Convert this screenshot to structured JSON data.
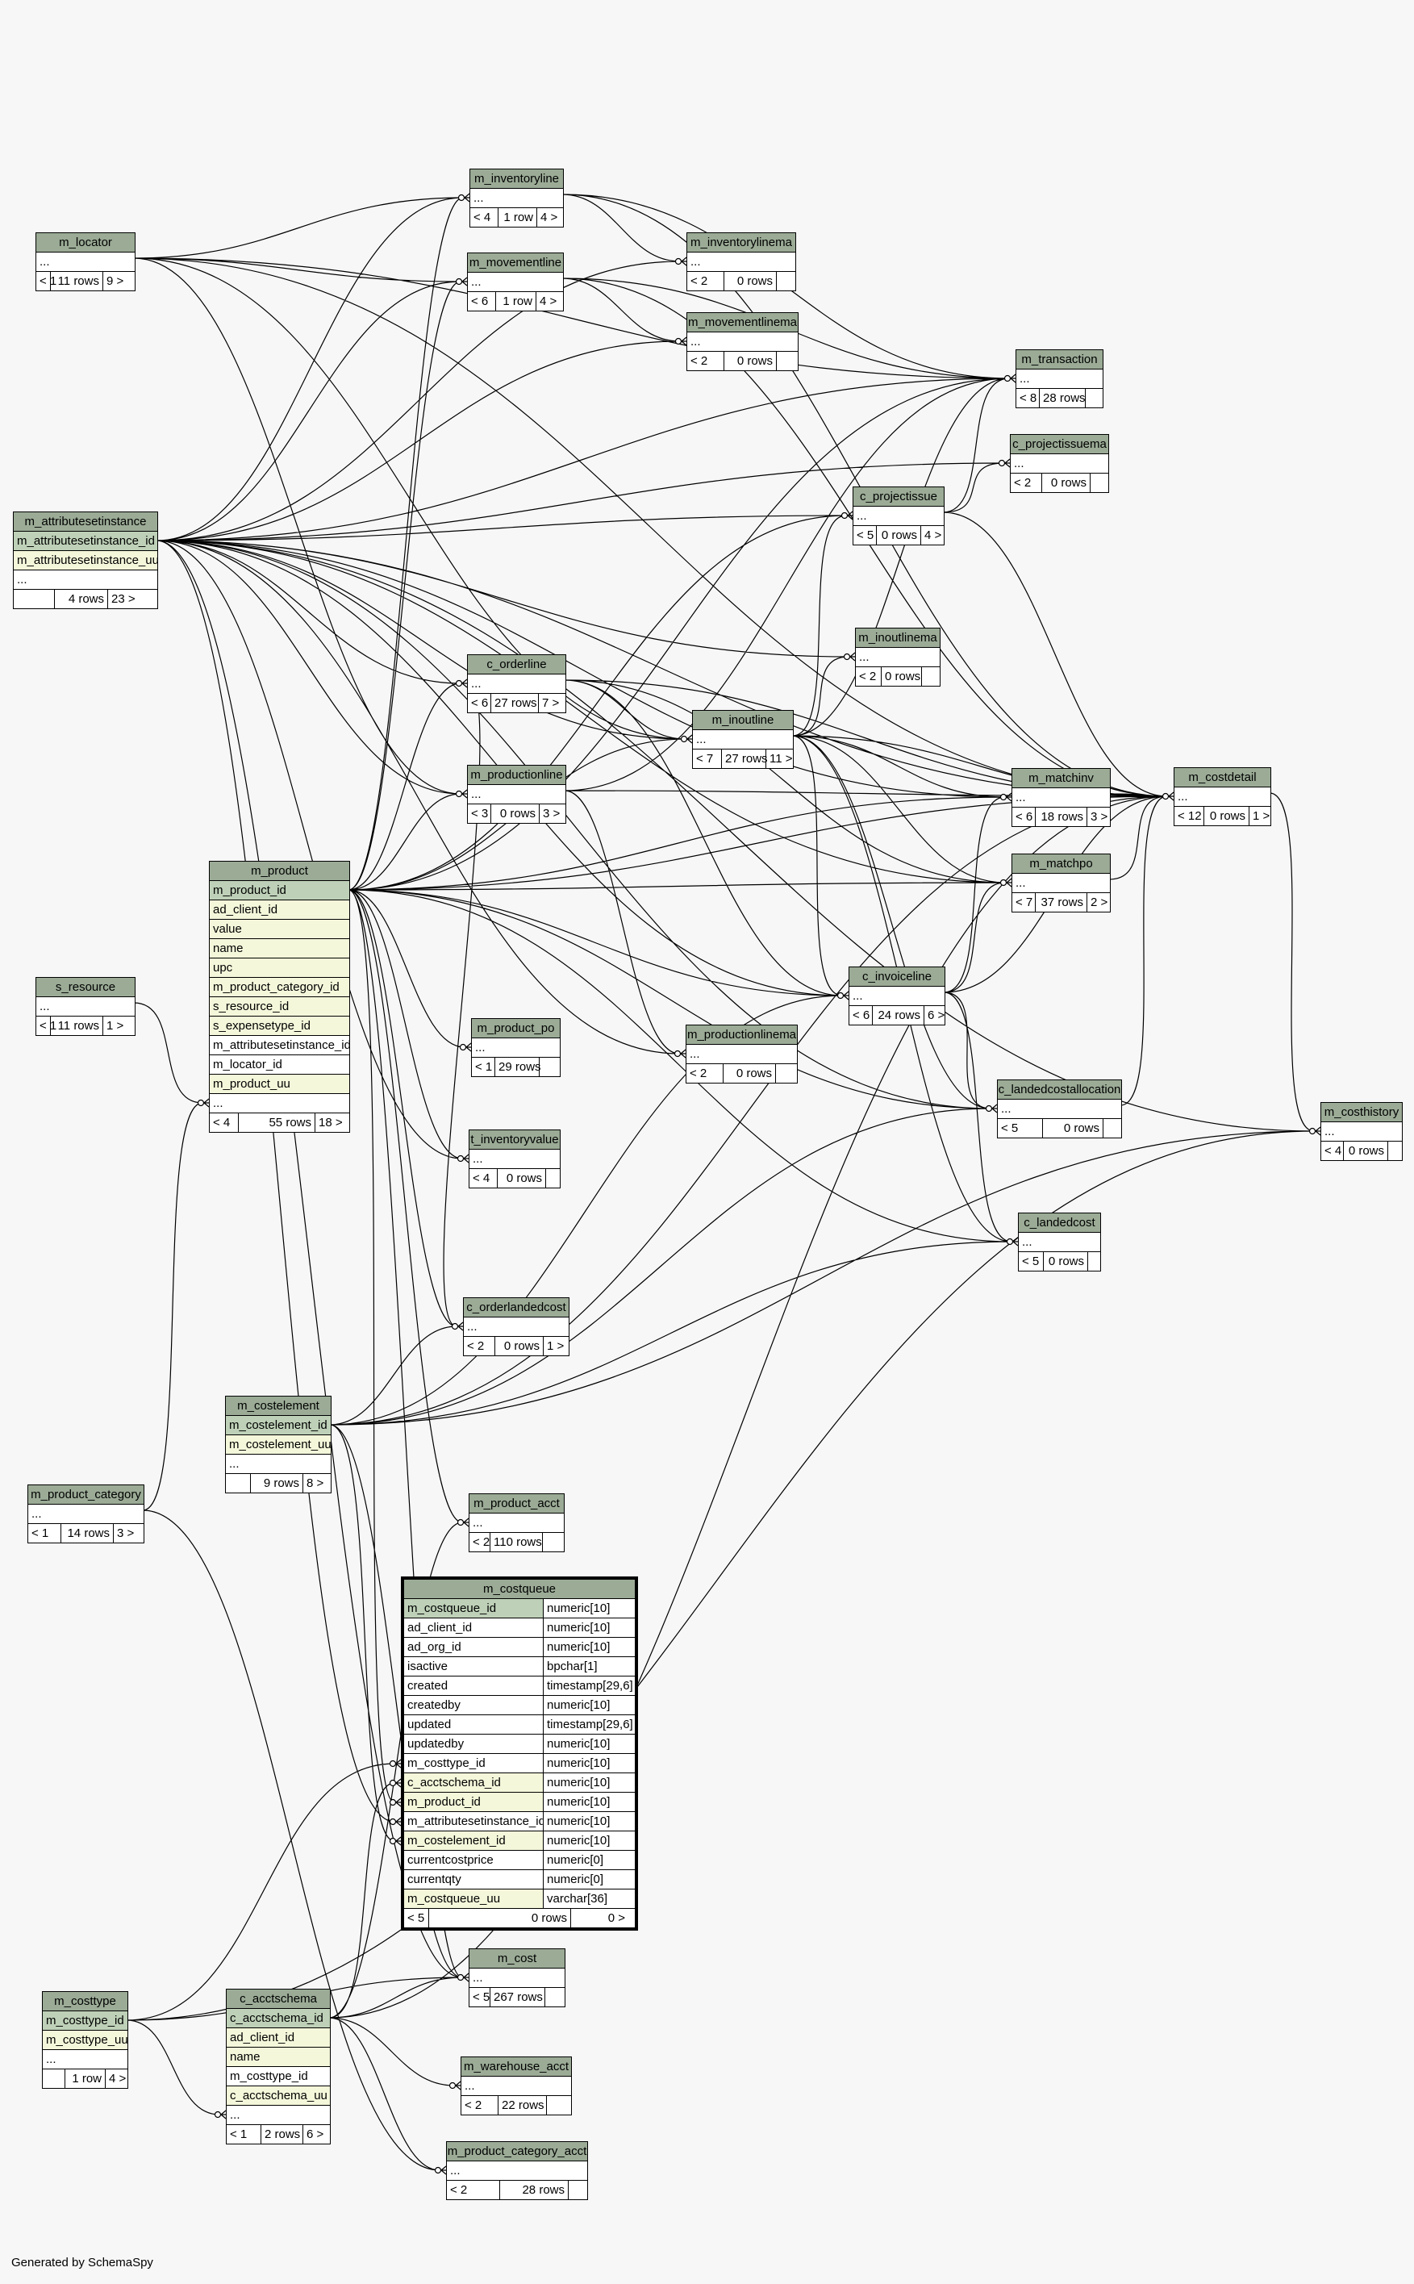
{
  "footer": "Generated by SchemaSpy",
  "colors": {
    "header": "#9bab96",
    "pk": "#bed1b8",
    "indexed": "#f4f7da",
    "background": "#f7f7f7"
  },
  "tables": [
    {
      "key": "m_locator",
      "name": "m_locator",
      "cols": [],
      "footer": [
        "< 1",
        "11 rows",
        "9 >"
      ]
    },
    {
      "key": "m_attributesetinstance",
      "name": "m_attributesetinstance",
      "cols": [
        {
          "n": "m_attributesetinstance_id",
          "k": "pk"
        },
        {
          "n": "m_attributesetinstance_uu",
          "k": "idx"
        }
      ],
      "footer": [
        "",
        "4 rows",
        "23 >"
      ]
    },
    {
      "key": "s_resource",
      "name": "s_resource",
      "cols": [],
      "footer": [
        "< 1",
        "11 rows",
        "1 >"
      ]
    },
    {
      "key": "m_product_category",
      "name": "m_product_category",
      "cols": [],
      "footer": [
        "< 1",
        "14 rows",
        "3 >"
      ]
    },
    {
      "key": "m_costtype",
      "name": "m_costtype",
      "cols": [
        {
          "n": "m_costtype_id",
          "k": "pk"
        },
        {
          "n": "m_costtype_uu",
          "k": "idx"
        }
      ],
      "footer": [
        "",
        "1 row",
        "4 >"
      ]
    },
    {
      "key": "m_product",
      "name": "m_product",
      "cols": [
        {
          "n": "m_product_id",
          "k": "pk"
        },
        {
          "n": "ad_client_id",
          "k": "idx"
        },
        {
          "n": "value",
          "k": "idx"
        },
        {
          "n": "name",
          "k": "idx"
        },
        {
          "n": "upc",
          "k": "idx"
        },
        {
          "n": "m_product_category_id",
          "k": "idx"
        },
        {
          "n": "s_resource_id",
          "k": "idx"
        },
        {
          "n": "s_expensetype_id",
          "k": "idx"
        },
        {
          "n": "m_attributesetinstance_id",
          "k": "col"
        },
        {
          "n": "m_locator_id",
          "k": "col"
        },
        {
          "n": "m_product_uu",
          "k": "idx"
        }
      ],
      "footer": [
        "< 4",
        "55 rows",
        "18 >"
      ]
    },
    {
      "key": "m_costelement",
      "name": "m_costelement",
      "cols": [
        {
          "n": "m_costelement_id",
          "k": "pk"
        },
        {
          "n": "m_costelement_uu",
          "k": "idx"
        }
      ],
      "footer": [
        "",
        "9 rows",
        "8 >"
      ]
    },
    {
      "key": "c_acctschema",
      "name": "c_acctschema",
      "cols": [
        {
          "n": "c_acctschema_id",
          "k": "pk"
        },
        {
          "n": "ad_client_id",
          "k": "idx"
        },
        {
          "n": "name",
          "k": "idx"
        },
        {
          "n": "m_costtype_id",
          "k": "col"
        },
        {
          "n": "c_acctschema_uu",
          "k": "idx"
        }
      ],
      "footer": [
        "< 1",
        "2 rows",
        "6 >"
      ]
    },
    {
      "key": "m_inventoryline",
      "name": "m_inventoryline",
      "cols": [],
      "footer": [
        "< 4",
        "1 row",
        "4 >"
      ]
    },
    {
      "key": "m_movementline",
      "name": "m_movementline",
      "cols": [],
      "footer": [
        "< 6",
        "1 row",
        "4 >"
      ]
    },
    {
      "key": "c_orderline",
      "name": "c_orderline",
      "cols": [],
      "footer": [
        "< 6",
        "27 rows",
        "7 >"
      ]
    },
    {
      "key": "m_productionline",
      "name": "m_productionline",
      "cols": [],
      "footer": [
        "< 3",
        "0 rows",
        "3 >"
      ]
    },
    {
      "key": "m_product_po",
      "name": "m_product_po",
      "cols": [],
      "footer": [
        "< 1",
        "29 rows",
        ""
      ]
    },
    {
      "key": "t_inventoryvalue",
      "name": "t_inventoryvalue",
      "cols": [],
      "footer": [
        "< 4",
        "0 rows",
        ""
      ]
    },
    {
      "key": "c_orderlandedcost",
      "name": "c_orderlandedcost",
      "cols": [],
      "footer": [
        "< 2",
        "0 rows",
        "1 >"
      ]
    },
    {
      "key": "m_product_acct",
      "name": "m_product_acct",
      "cols": [],
      "footer": [
        "< 2",
        "110 rows",
        ""
      ]
    },
    {
      "key": "m_cost",
      "name": "m_cost",
      "cols": [],
      "footer": [
        "< 5",
        "267 rows",
        ""
      ]
    },
    {
      "key": "m_warehouse_acct",
      "name": "m_warehouse_acct",
      "cols": [],
      "footer": [
        "< 2",
        "22 rows",
        ""
      ]
    },
    {
      "key": "m_product_category_acct",
      "name": "m_product_category_acct",
      "cols": [],
      "footer": [
        "< 2",
        "28 rows",
        ""
      ]
    },
    {
      "key": "m_inventorylinema",
      "name": "m_inventorylinema",
      "cols": [],
      "footer": [
        "< 2",
        "0 rows",
        ""
      ]
    },
    {
      "key": "m_movementlinema",
      "name": "m_movementlinema",
      "cols": [],
      "footer": [
        "< 2",
        "0 rows",
        ""
      ]
    },
    {
      "key": "m_inoutline",
      "name": "m_inoutline",
      "cols": [],
      "footer": [
        "< 7",
        "27 rows",
        "11 >"
      ]
    },
    {
      "key": "m_productionlinema",
      "name": "m_productionlinema",
      "cols": [],
      "footer": [
        "< 2",
        "0 rows",
        ""
      ]
    },
    {
      "key": "c_projectissue",
      "name": "c_projectissue",
      "cols": [],
      "footer": [
        "< 5",
        "0 rows",
        "4 >"
      ]
    },
    {
      "key": "m_inoutlinema",
      "name": "m_inoutlinema",
      "cols": [],
      "footer": [
        "< 2",
        "0 rows",
        ""
      ]
    },
    {
      "key": "c_invoiceline",
      "name": "c_invoiceline",
      "cols": [],
      "footer": [
        "< 6",
        "24 rows",
        "6 >"
      ]
    },
    {
      "key": "m_transaction",
      "name": "m_transaction",
      "cols": [],
      "footer": [
        "< 8",
        "28 rows",
        ""
      ]
    },
    {
      "key": "c_projectissuema",
      "name": "c_projectissuema",
      "cols": [],
      "footer": [
        "< 2",
        "0 rows",
        ""
      ]
    },
    {
      "key": "m_matchinv",
      "name": "m_matchinv",
      "cols": [],
      "footer": [
        "< 6",
        "18 rows",
        "3 >"
      ]
    },
    {
      "key": "m_matchpo",
      "name": "m_matchpo",
      "cols": [],
      "footer": [
        "< 7",
        "37 rows",
        "2 >"
      ]
    },
    {
      "key": "c_landedcostallocation",
      "name": "c_landedcostallocation",
      "cols": [],
      "footer": [
        "< 5",
        "0 rows",
        ""
      ]
    },
    {
      "key": "c_landedcost",
      "name": "c_landedcost",
      "cols": [],
      "footer": [
        "< 5",
        "0 rows",
        ""
      ]
    },
    {
      "key": "m_costdetail",
      "name": "m_costdetail",
      "cols": [],
      "footer": [
        "< 12",
        "0 rows",
        "1 >"
      ]
    },
    {
      "key": "m_costhistory",
      "name": "m_costhistory",
      "cols": [],
      "footer": [
        "< 4",
        "0 rows",
        ""
      ]
    }
  ],
  "focus_table": {
    "name": "m_costqueue",
    "columns": [
      {
        "n": "m_costqueue_id",
        "t": "numeric[10]",
        "k": "pk"
      },
      {
        "n": "ad_client_id",
        "t": "numeric[10]",
        "k": "col"
      },
      {
        "n": "ad_org_id",
        "t": "numeric[10]",
        "k": "col"
      },
      {
        "n": "isactive",
        "t": "bpchar[1]",
        "k": "col"
      },
      {
        "n": "created",
        "t": "timestamp[29,6]",
        "k": "col"
      },
      {
        "n": "createdby",
        "t": "numeric[10]",
        "k": "col"
      },
      {
        "n": "updated",
        "t": "timestamp[29,6]",
        "k": "col"
      },
      {
        "n": "updatedby",
        "t": "numeric[10]",
        "k": "col"
      },
      {
        "n": "m_costtype_id",
        "t": "numeric[10]",
        "k": "col"
      },
      {
        "n": "c_acctschema_id",
        "t": "numeric[10]",
        "k": "idx"
      },
      {
        "n": "m_product_id",
        "t": "numeric[10]",
        "k": "idx"
      },
      {
        "n": "m_attributesetinstance_id",
        "t": "numeric[10]",
        "k": "col"
      },
      {
        "n": "m_costelement_id",
        "t": "numeric[10]",
        "k": "idx"
      },
      {
        "n": "currentcostprice",
        "t": "numeric[0]",
        "k": "col"
      },
      {
        "n": "currentqty",
        "t": "numeric[0]",
        "k": "col"
      },
      {
        "n": "m_costqueue_uu",
        "t": "varchar[36]",
        "k": "idx"
      }
    ],
    "footer": [
      "< 5",
      "0 rows",
      "0 >"
    ]
  }
}
